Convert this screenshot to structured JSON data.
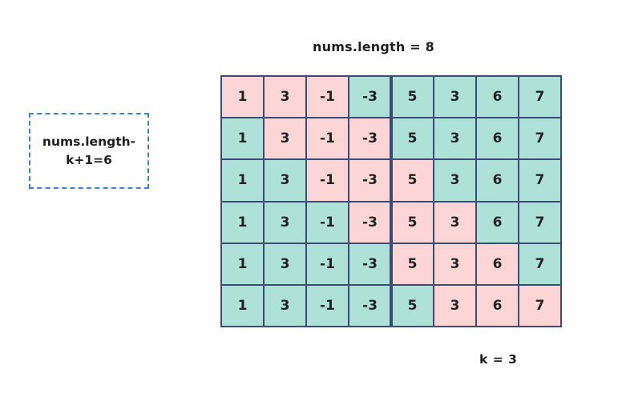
{
  "title": "nums.length = 8",
  "annotation_box": {
    "line1": "nums.length-",
    "line2": "k+1=6"
  },
  "k_label": "k = 3",
  "grid": {
    "columns": 8,
    "rows": 6,
    "values": [
      1,
      3,
      -1,
      -3,
      5,
      3,
      6,
      7
    ],
    "windows": [
      [
        0,
        2
      ],
      [
        1,
        3
      ],
      [
        2,
        4
      ],
      [
        3,
        5
      ],
      [
        4,
        6
      ],
      [
        5,
        7
      ]
    ]
  },
  "colors": {
    "window_cell": "#fcd6d6",
    "non_window_cell": "#aee2d9",
    "grid_border": "#3d4c72",
    "annotation_border": "#3a81dd",
    "text": "#1f1f1f"
  }
}
